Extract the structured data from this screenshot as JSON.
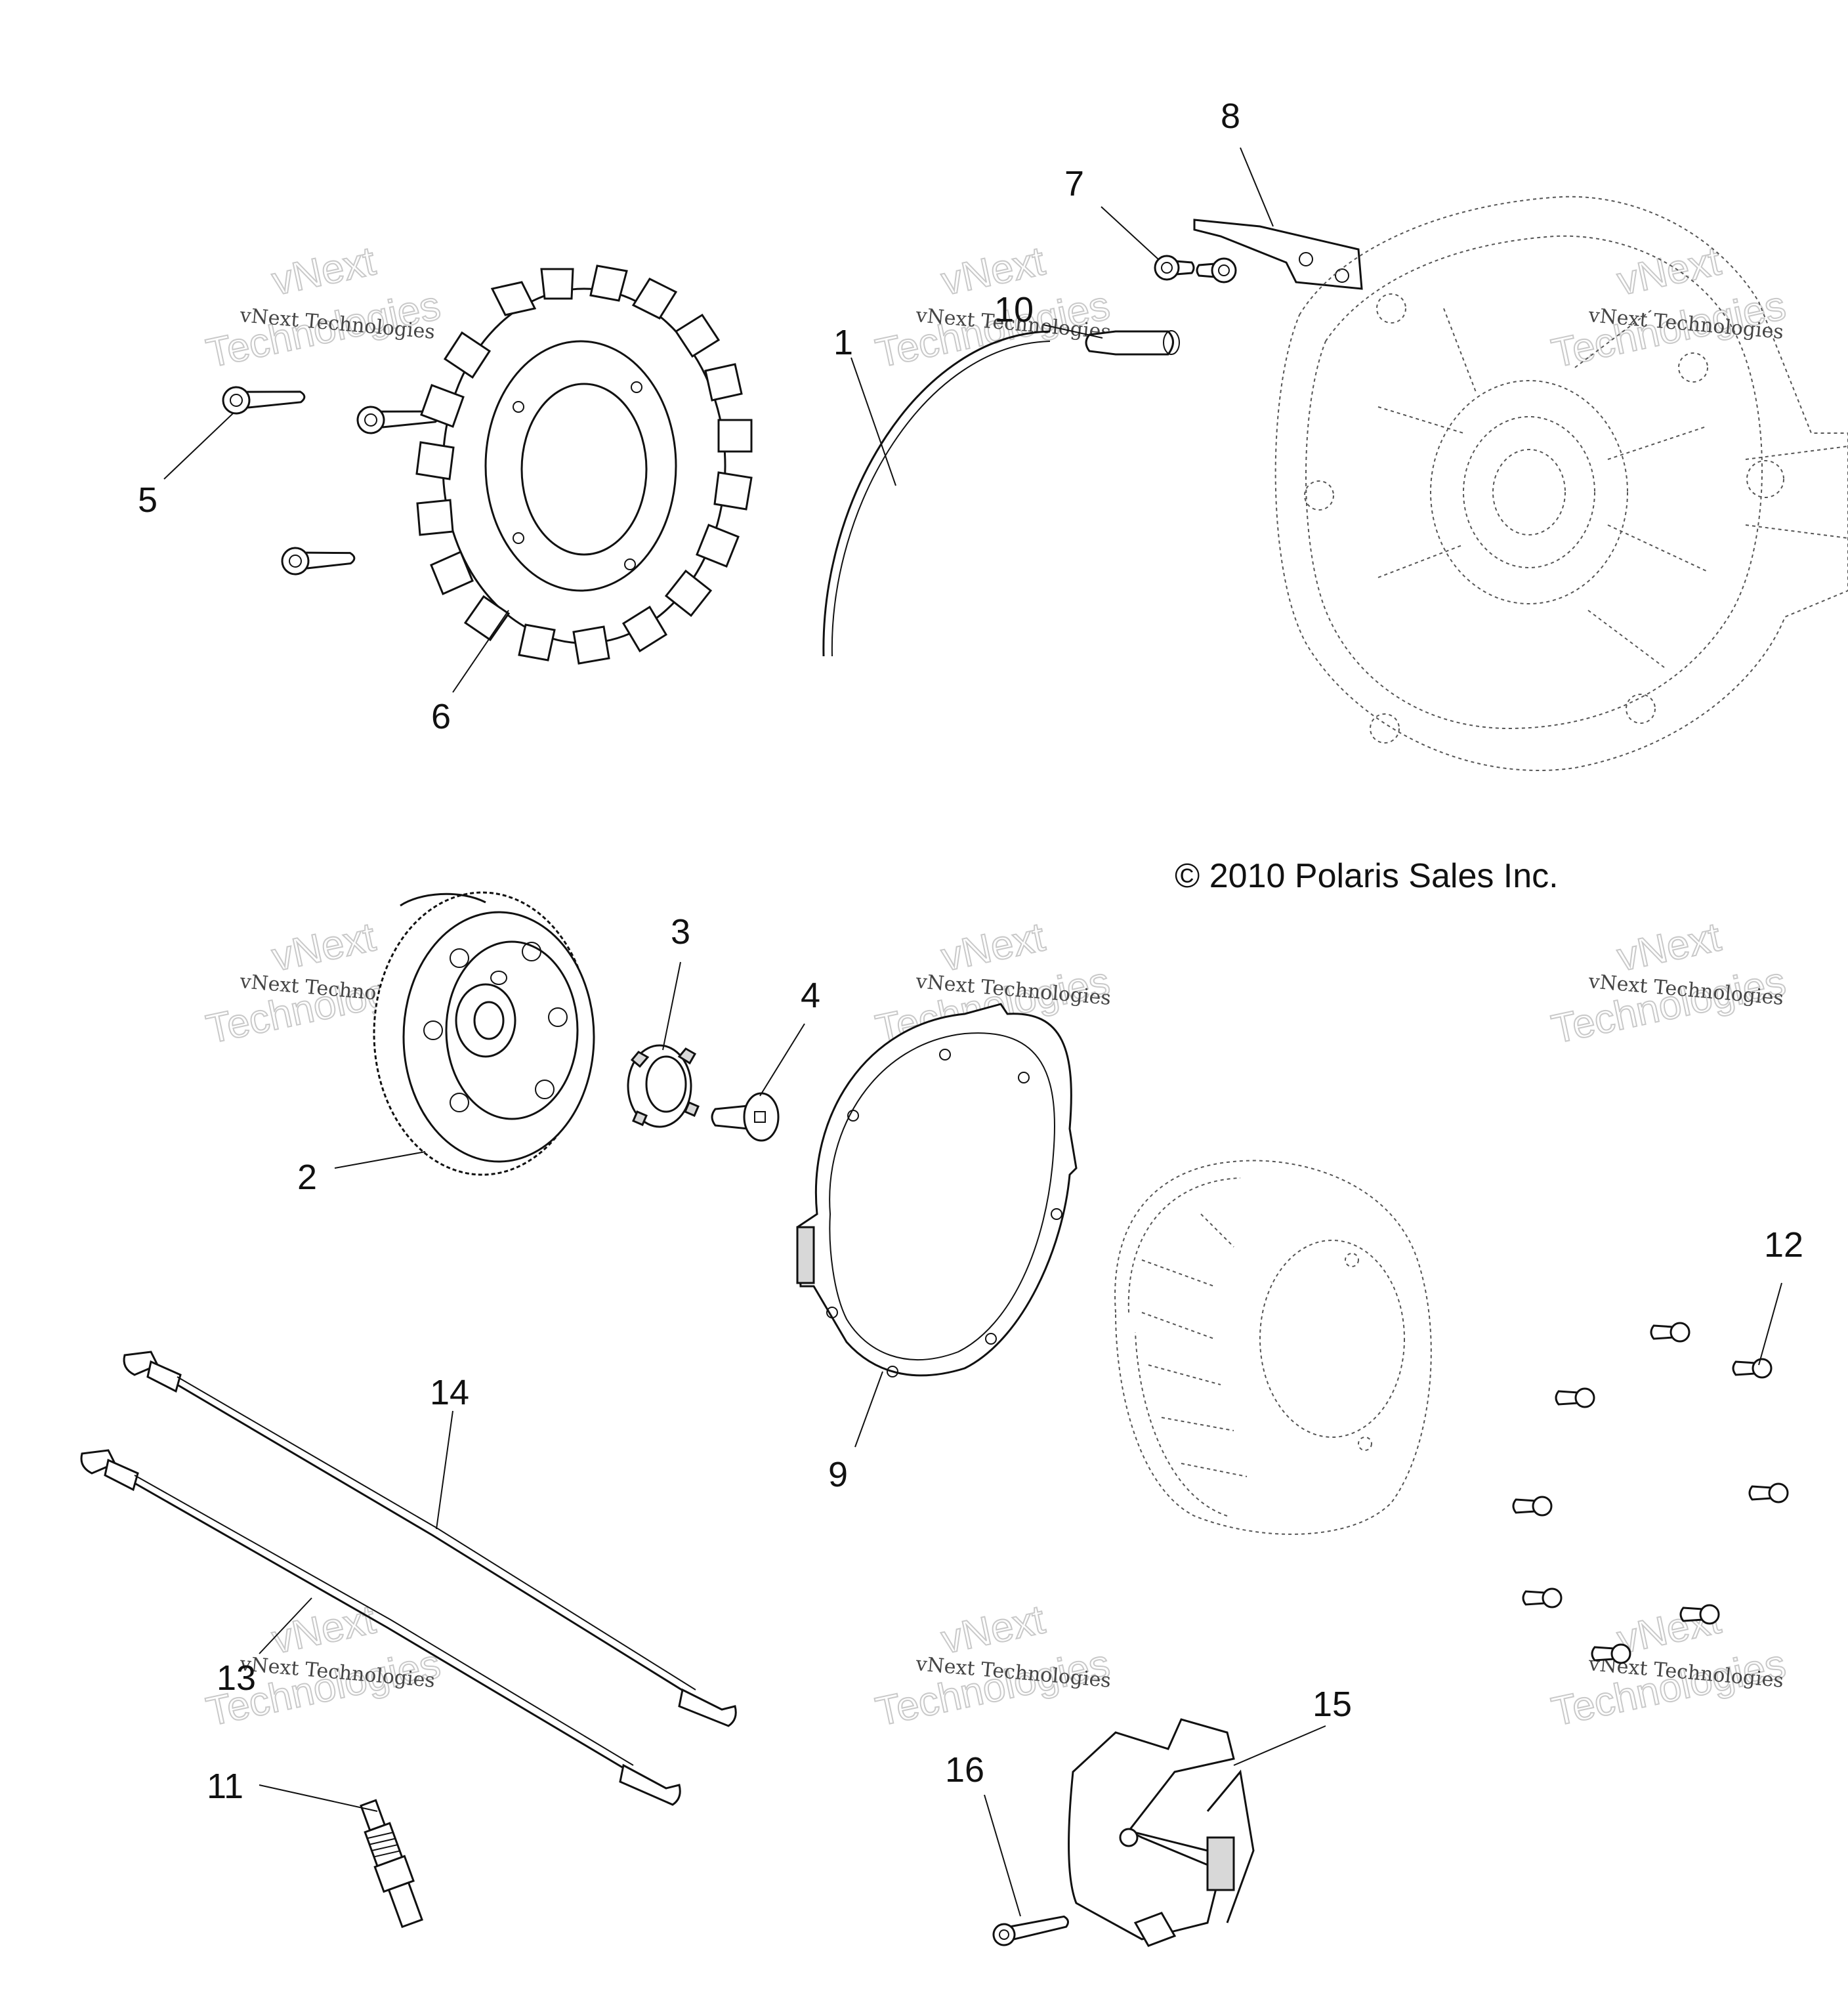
{
  "copyright": "© 2010 Polaris Sales Inc.",
  "watermark": {
    "line1": "vNext Technologies",
    "big_top": "vNext",
    "big_bottom": "Technologies"
  },
  "callouts": [
    "1",
    "2",
    "3",
    "4",
    "5",
    "6",
    "7",
    "8",
    "9",
    "10",
    "11",
    "12",
    "13",
    "14",
    "15",
    "16"
  ],
  "parts": [
    "wire-loop",
    "flywheel",
    "starter-clutch",
    "flywheel-bolt",
    "stator-bolt",
    "stator",
    "bracket-bolt",
    "bracket",
    "gasket",
    "grommet",
    "spark-plug",
    "cover-bolts",
    "ignition-wire-13",
    "ignition-wire-14",
    "ignition-coil",
    "coil-bolt"
  ]
}
